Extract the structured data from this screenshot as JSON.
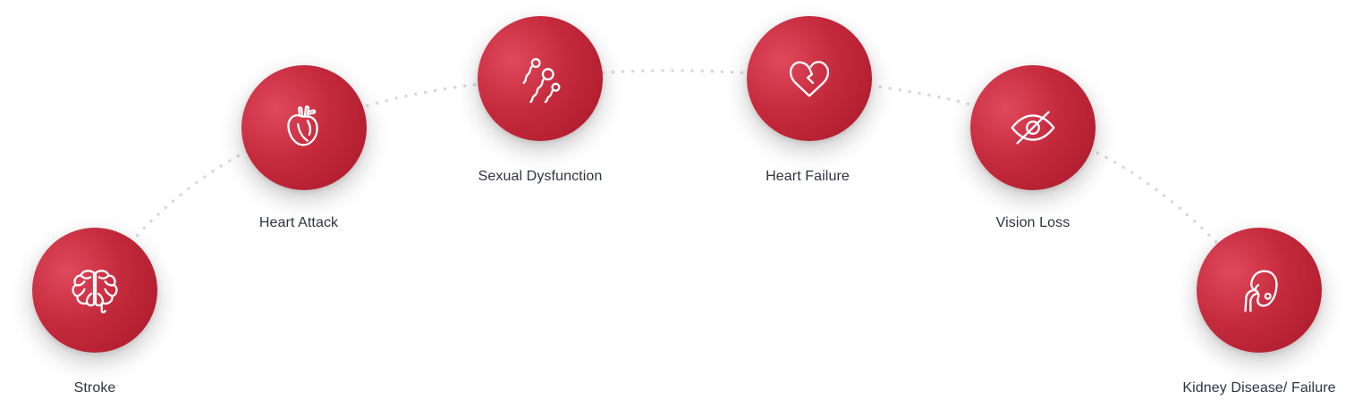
{
  "accent_color": "#c42a3c",
  "connector_color": "#d9d9d9",
  "complications": [
    {
      "id": "stroke",
      "label": "Stroke",
      "icon": "brain-icon"
    },
    {
      "id": "heart-attack",
      "label": "Heart Attack",
      "icon": "heart-organ-icon"
    },
    {
      "id": "sexual-dysfunction",
      "label": "Sexual Dysfunction",
      "icon": "sperm-icon"
    },
    {
      "id": "heart-failure",
      "label": "Heart Failure",
      "icon": "broken-heart-icon"
    },
    {
      "id": "vision-loss",
      "label": "Vision Loss",
      "icon": "eye-slash-icon"
    },
    {
      "id": "kidney-disease",
      "label": "Kidney Disease/ Failure",
      "icon": "kidney-icon"
    }
  ]
}
